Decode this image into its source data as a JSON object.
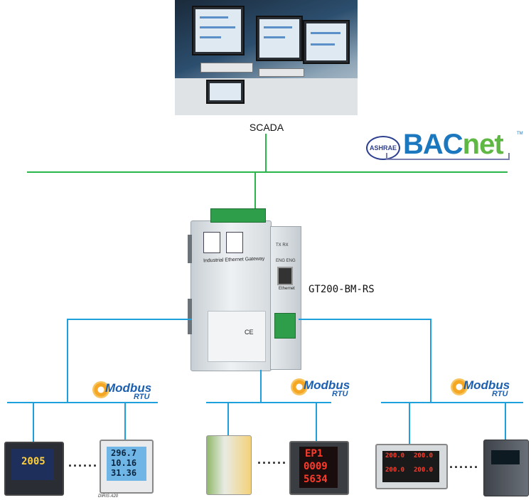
{
  "scada": {
    "label": "SCADA"
  },
  "bacnet": {
    "ashrae": "ASHRAE",
    "bac": "BAC",
    "net": "net",
    "tm": "TM"
  },
  "gateway": {
    "model": "GT200-BM-RS",
    "face_title": "Industrial Ethernet Gateway",
    "ethernet_label": "Ethernet",
    "led_labels": [
      "TX RX",
      "ENG ENG"
    ],
    "ce_mark": "CE"
  },
  "modbus": {
    "brand": "Modbus",
    "sub": "RTU"
  },
  "devices": {
    "meter1": {
      "value": "2005"
    },
    "meter2": {
      "readings": [
        "296.7",
        "10.16",
        "31.36"
      ],
      "caption": "DIRIS A20"
    },
    "meter4": {
      "readings": [
        "EP1",
        "0009",
        "5634"
      ]
    },
    "meter5": {
      "readings": [
        "200.0",
        "200.0",
        "200.0",
        "200.0"
      ]
    }
  },
  "ellipsis": "......",
  "colors": {
    "ethernet_line": "#2bb64a",
    "rs485_line": "#1ea0dc"
  }
}
